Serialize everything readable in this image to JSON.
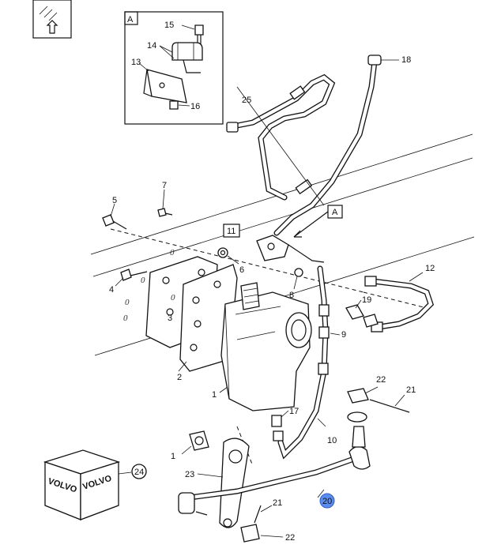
{
  "inset": {
    "tag": "A"
  },
  "callouts": {
    "c1a": "1",
    "c1b": "1",
    "c2": "2",
    "c3": "3",
    "c4": "4",
    "c5": "5",
    "c6": "6",
    "c7": "7",
    "c8": "8",
    "c9": "9",
    "c10": "10",
    "c11": "11",
    "c12": "12",
    "c13": "13",
    "c14": "14",
    "c15": "15",
    "c16": "16",
    "c17": "17",
    "c18": "18",
    "c19": "19",
    "c20": "20",
    "c21a": "21",
    "c21b": "21",
    "c22a": "22",
    "c22b": "22",
    "c23": "23",
    "c24": "24",
    "c25": "25",
    "detail_ref": "A"
  },
  "bracket_marks": [
    "0",
    "0",
    "0",
    "0",
    "0"
  ],
  "box_brand": {
    "front": "VOLVO",
    "side": "VOLVO"
  },
  "colors": {
    "highlight": "#5b8def",
    "ink": "#111111"
  },
  "icons": {
    "corner": "document-arrow-icon"
  }
}
